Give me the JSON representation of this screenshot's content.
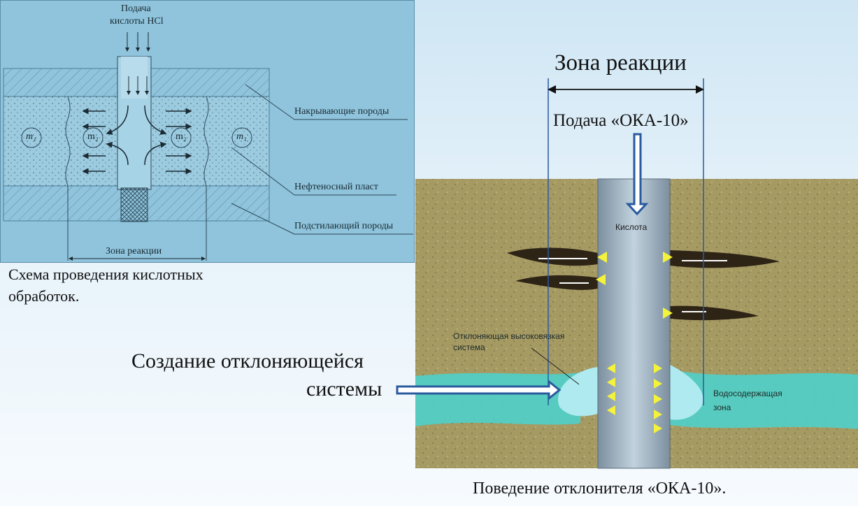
{
  "left_diagram": {
    "feed_label_line1": "Подача",
    "feed_label_line2": "кислоты HCl",
    "cap_rock_label": "Накрывающие породы",
    "oil_layer_label": "Нефтеносный пласт",
    "underlying_label": "Подстилающий породы",
    "zone_label": "Зона реакции",
    "zone_m1_left": "m₁",
    "zone_m2_left": "m₂",
    "zone_m2_right": "m₂",
    "zone_m1_right": "m₁"
  },
  "left_caption_line1": "Схема проведения кислотных",
  "left_caption_line2": "обработок.",
  "right_diagram": {
    "zone_title": "Зона реакции",
    "feed_title": "Подача «ОКА-10»",
    "acid_label": "Кислота",
    "diverter_label_line1": "Отклоняющая высоковязкая",
    "diverter_label_line2": "система",
    "water_zone_line1": "Водосодержащая",
    "water_zone_line2": "зона"
  },
  "create_system_line1": "Создание отклоняющейся",
  "create_system_line2": "системы",
  "right_caption": "Поведение отклонителя «ОКА-10».",
  "colors": {
    "left_panel_bg": "#8fc4dc",
    "soil": "#a69a63",
    "pipe": "#9fb3c3",
    "water": "#4fd0c9",
    "arrow_yellow": "#f4f23a",
    "blue_arrow": "#2a5a9e"
  }
}
